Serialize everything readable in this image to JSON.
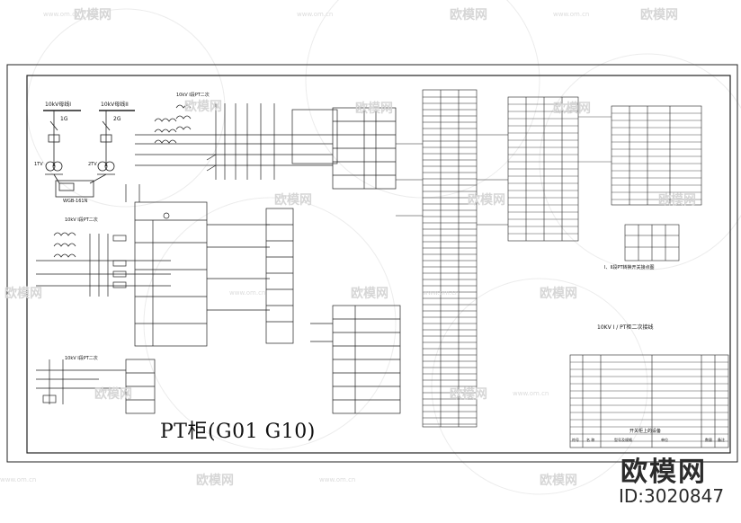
{
  "drawing": {
    "title": "PT柜(G01 G10)",
    "bus_labels": [
      "10kV母线I",
      "10kV母线II"
    ],
    "isolators": [
      "1G",
      "2G"
    ],
    "pt_labels": [
      "1TV",
      "2TV"
    ],
    "device_label": "WGB-161N",
    "section_titles": [
      "10kV I段PT二次",
      "10kV I段PT二次",
      "10kV I段PT二次"
    ],
    "table_title": "10KV I / PT柜二次接线",
    "table_caption": "开关柜上的设备",
    "table_header": [
      "符号",
      "名 称",
      "型号及规格",
      "单位",
      "数量",
      "备注"
    ],
    "switch_note": "I、II段PT转换开关接点图"
  },
  "watermarks": {
    "brand": "欧模网",
    "url": "www.om.cn"
  },
  "brand": {
    "name": "欧模网",
    "id": "ID:3020847"
  }
}
